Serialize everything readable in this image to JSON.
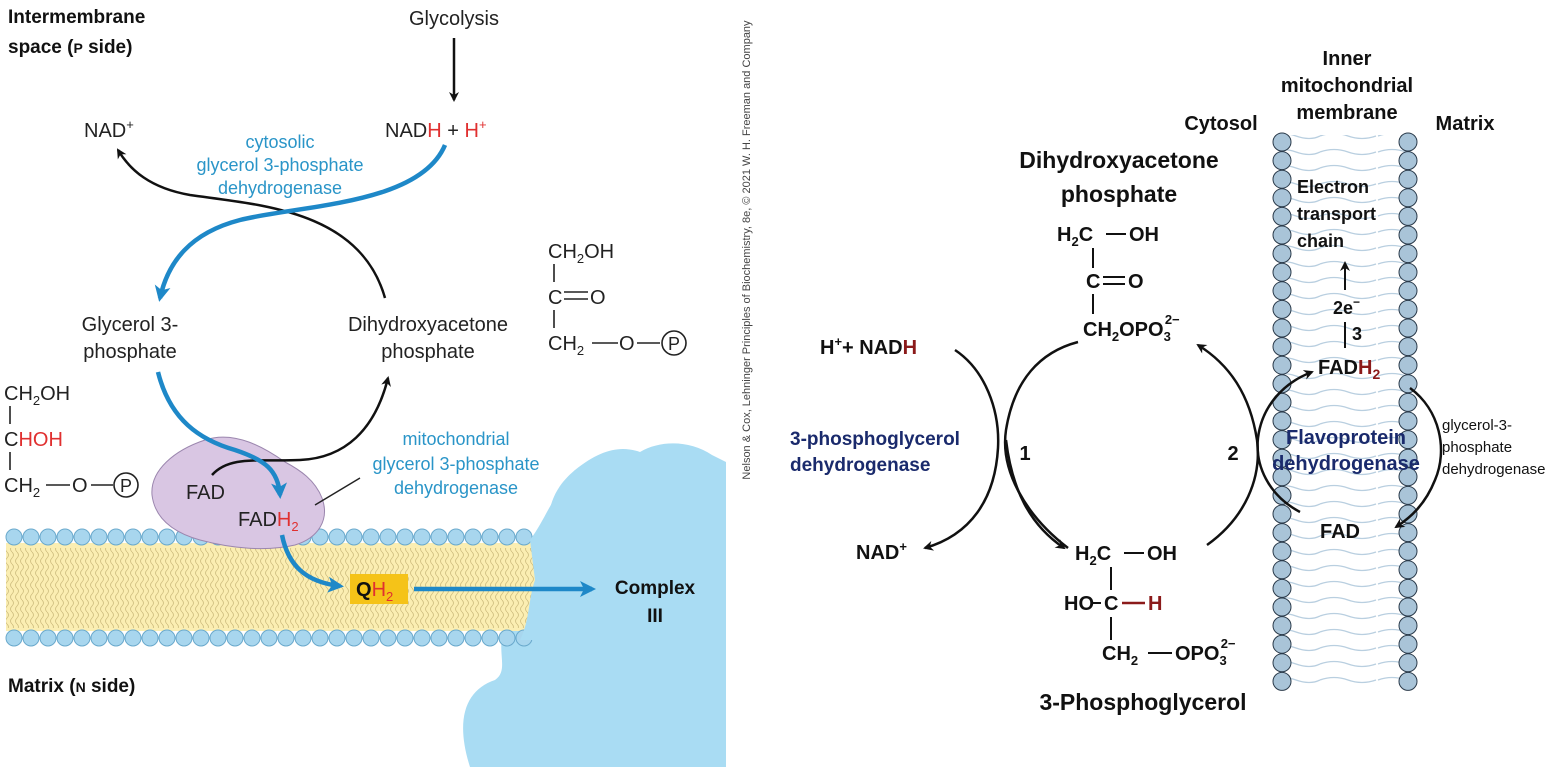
{
  "left_panel": {
    "intermembrane_label_line1": "Intermembrane",
    "intermembrane_label_line2": "space (",
    "p_letter": "P",
    "side_suffix": " side)",
    "glycolysis": "Glycolysis",
    "nad_plus": "NAD",
    "nad_plus_sup": "+",
    "nadh_prefix": "NAD",
    "nadh_h": "H",
    "nadh_plus": " + ",
    "h_plus": "H",
    "h_plus_sup": "+",
    "cytosolic_enzyme_line1": "cytosolic",
    "cytosolic_enzyme_line2": "glycerol 3-phosphate",
    "cytosolic_enzyme_line3": "dehydrogenase",
    "glycerol3p_line1": "Glycerol 3-",
    "glycerol3p_line2": "phosphate",
    "dhap_line1": "Dihydroxyacetone",
    "dhap_line2": "phosphate",
    "dhap_struct_top": "CH",
    "dhap_struct_top_sub": "2",
    "dhap_struct_top_end": "OH",
    "dhap_struct_mid": "C",
    "dhap_struct_mid_o": "O",
    "dhap_struct_bot": "CH",
    "dhap_struct_bot_sub": "2",
    "dhap_struct_bot_o": "O",
    "phospho_p": "P",
    "g3p_struct_top": "CH",
    "g3p_struct_top_sub": "2",
    "g3p_struct_top_end": "OH",
    "g3p_struct_mid_c": "C",
    "g3p_struct_mid_hoh": "HOH",
    "g3p_struct_bot": "CH",
    "g3p_struct_bot_sub": "2",
    "g3p_struct_bot_o": "O",
    "mito_enzyme_line1": "mitochondrial",
    "mito_enzyme_line2": "glycerol 3-phosphate",
    "mito_enzyme_line3": "dehydrogenase",
    "fad": "FAD",
    "fadh2_prefix": "FAD",
    "fadh2_h": "H",
    "fadh2_sub": "2",
    "qh2_q": "Q",
    "qh2_h": "H",
    "qh2_sub": "2",
    "complex_line1": "Complex",
    "complex_line2": "III",
    "matrix_label_prefix": "Matrix (",
    "n_letter": "N",
    "matrix_label_suffix": " side)"
  },
  "credit": {
    "text": "Nelson & Cox, Lehninger Principles of Biochemistry, 8e, © 2021 W. H. Freeman and Company"
  },
  "right_panel": {
    "inner_membrane_line1": "Inner",
    "inner_membrane_line2": "mitochondrial",
    "inner_membrane_line3": "membrane",
    "cytosol": "Cytosol",
    "matrix": "Matrix",
    "dhap_line1": "Dihydroxyacetone",
    "dhap_line2": "phosphate",
    "dhap_h2c": "H",
    "dhap_h2c_sub": "2",
    "dhap_h2c_c": "C",
    "dhap_oh": "OH",
    "dhap_c": "C",
    "dhap_o": "O",
    "dhap_ch2opo3": "CH",
    "dhap_ch2opo3_sub": "2",
    "dhap_ch2opo3_mid": "OPO",
    "dhap_ch2opo3_sub3": "3",
    "dhap_ch2opo3_charge": "2−",
    "h_plus_nadh_h": "H",
    "h_plus_nadh_plus": "+",
    "h_plus_nadh_rest": "+ NAD",
    "h_plus_nadh_red_h": "H",
    "enzyme1_line1": "3-phosphoglycerol",
    "enzyme1_line2": "dehydrogenase",
    "step1": "1",
    "step2": "2",
    "step3": "3",
    "nad_plus": "NAD",
    "nad_plus_sup": "+",
    "g3p_h2c": "H",
    "g3p_h2c_sub": "2",
    "g3p_h2c_c": "C",
    "g3p_oh": "OH",
    "g3p_ho": "HO",
    "g3p_c": "C",
    "g3p_h": "H",
    "g3p_ch2": "CH",
    "g3p_ch2_sub": "2",
    "g3p_opo3": "OPO",
    "g3p_opo3_sub": "3",
    "g3p_charge": "2−",
    "g3p_name": "3-Phosphoglycerol",
    "etc_line1": "Electron",
    "etc_line2": "transport",
    "etc_line3": "chain",
    "two_e": "2e",
    "two_e_sup": "−",
    "fadh2_fad": "FAD",
    "fadh2_h": "H",
    "fadh2_sub": "2",
    "flavoprotein_line1": "Flavoprotein",
    "flavoprotein_line2": "dehydrogenase",
    "fad": "FAD",
    "side_enzyme_line1": "glycerol-3-",
    "side_enzyme_line2": "phosphate",
    "side_enzyme_line3": "dehydrogenase"
  },
  "colors": {
    "blue_text": "#2a95c8",
    "red_text": "#e03030",
    "dark_red": "#8b1a1a",
    "navy": "#1a2a6c",
    "arrow_blue": "#1e88c8",
    "membrane_yellow": "#fbeeb2",
    "lipid_head": "#a8d6ee",
    "complex_blue": "#a9dcf3",
    "enzyme_purple": "#d9c6e3",
    "qh2_yellow": "#f5c318",
    "right_head": "#a9c4d8"
  }
}
